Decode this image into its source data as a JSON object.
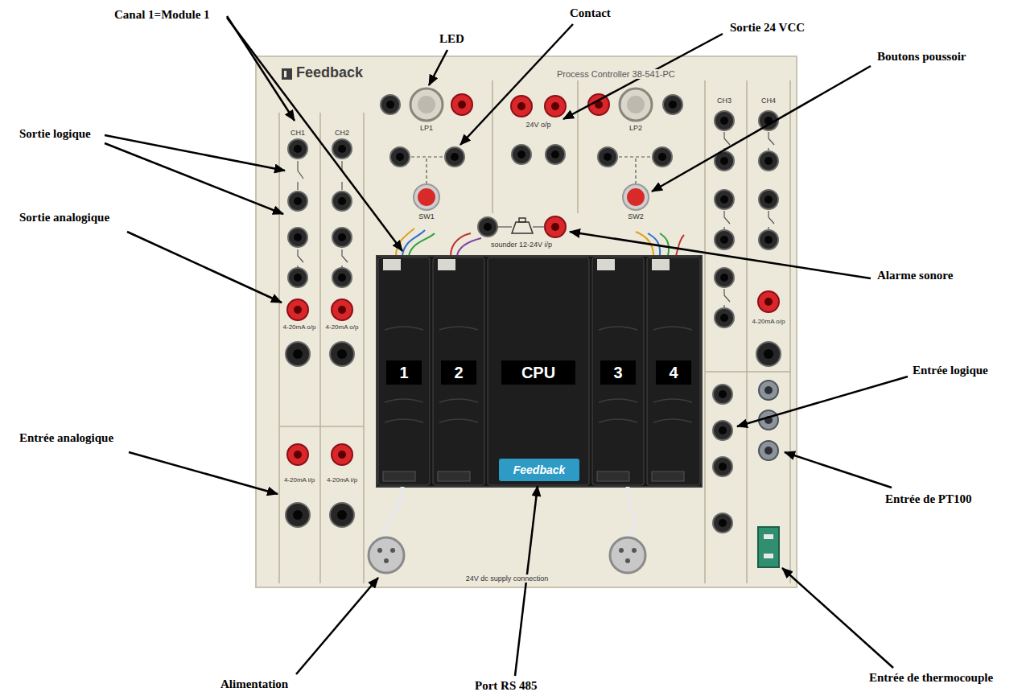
{
  "diagram": {
    "nodes": [
      {
        "text": [
          "1"
        ]
      },
      {
        "text": [
          "2"
        ]
      },
      {
        "text": [
          "CPU"
        ]
      },
      {
        "text": [
          "3"
        ]
      },
      {
        "text": [
          "4"
        ]
      },
      {
        "text": [
          "Feedback"
        ]
      }
    ],
    "labels": [
      "Canal 1=Module 1",
      "LED",
      "Contact",
      "Sortie 24 VCC",
      "Sortie logique",
      "Boutons poussoir",
      "Sortie analogique",
      "Alarme sonore",
      "Entrée logique",
      "Entrée analogique",
      "Entrée de PT100",
      "Entrée de thermocouple",
      "Alimentation",
      "Port RS 485",
      "Feedback",
      "Process Controller 38-541-PC",
      "CH1",
      "CH2",
      "CH3",
      "CH4",
      "LP1",
      "24V o/p",
      "LP2",
      "SW1",
      "SW2",
      "sounder 12-24V i/p",
      "4-20mA o/p",
      "4-20mA o/p",
      "4-20mA i/p",
      "4-20mA i/p",
      "4-20mA o/p",
      "24V dc supply connection"
    ]
  }
}
